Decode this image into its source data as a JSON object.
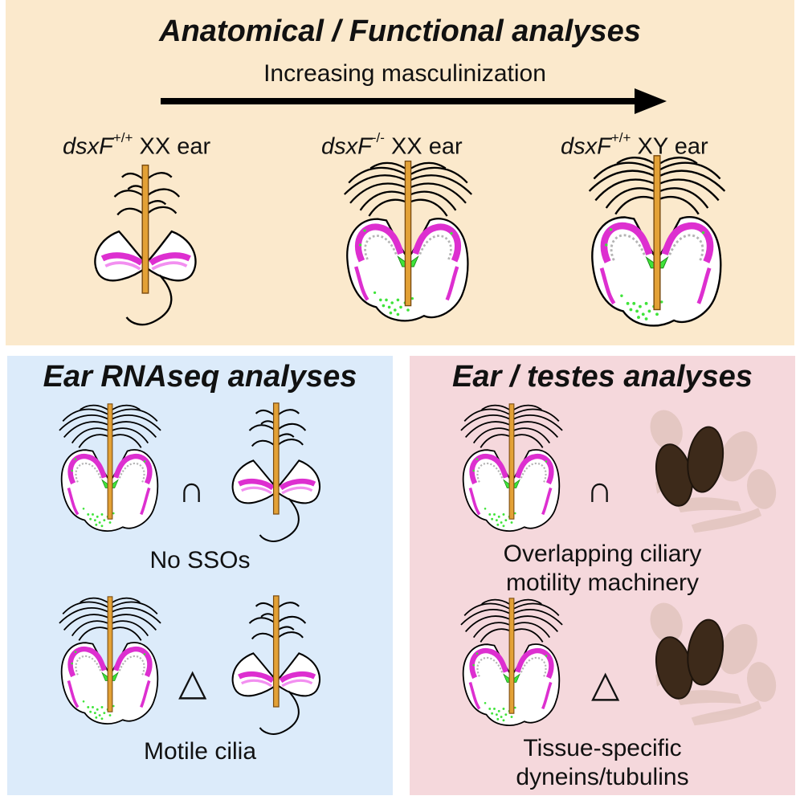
{
  "top": {
    "title": "Anatomical / Functional analyses",
    "arrow_label": "Increasing masculinization",
    "labels": [
      {
        "gene": "dsxF",
        "genotype": "+/+",
        "karyotype": "XX ear"
      },
      {
        "gene": "dsxF",
        "genotype": "-/-",
        "karyotype": "XX ear"
      },
      {
        "gene": "dsxF",
        "genotype": "+/+",
        "karyotype": "XY ear"
      }
    ]
  },
  "left_panel": {
    "title": "Ear RNAseq analyses",
    "op1": "∩",
    "caption1": "No SSOs",
    "op2": "△",
    "caption2": "Motile cilia"
  },
  "right_panel": {
    "title": "Ear / testes analyses",
    "op1": "∩",
    "caption1_line1": "Overlapping ciliary",
    "caption1_line2": "motility machinery",
    "op2": "△",
    "caption2_line1": "Tissue-specific",
    "caption2_line2": "dyneins/tubulins"
  },
  "colors": {
    "top_bg": "#fbe9cc",
    "left_bg": "#dcebfa",
    "right_bg": "#f5d8dc",
    "antenna": "#e3a136",
    "magenta": "#dd2fd0",
    "green": "#3fe43a",
    "testis_dark": "#3d2a1a",
    "testis_light": "#e3c6c0"
  }
}
